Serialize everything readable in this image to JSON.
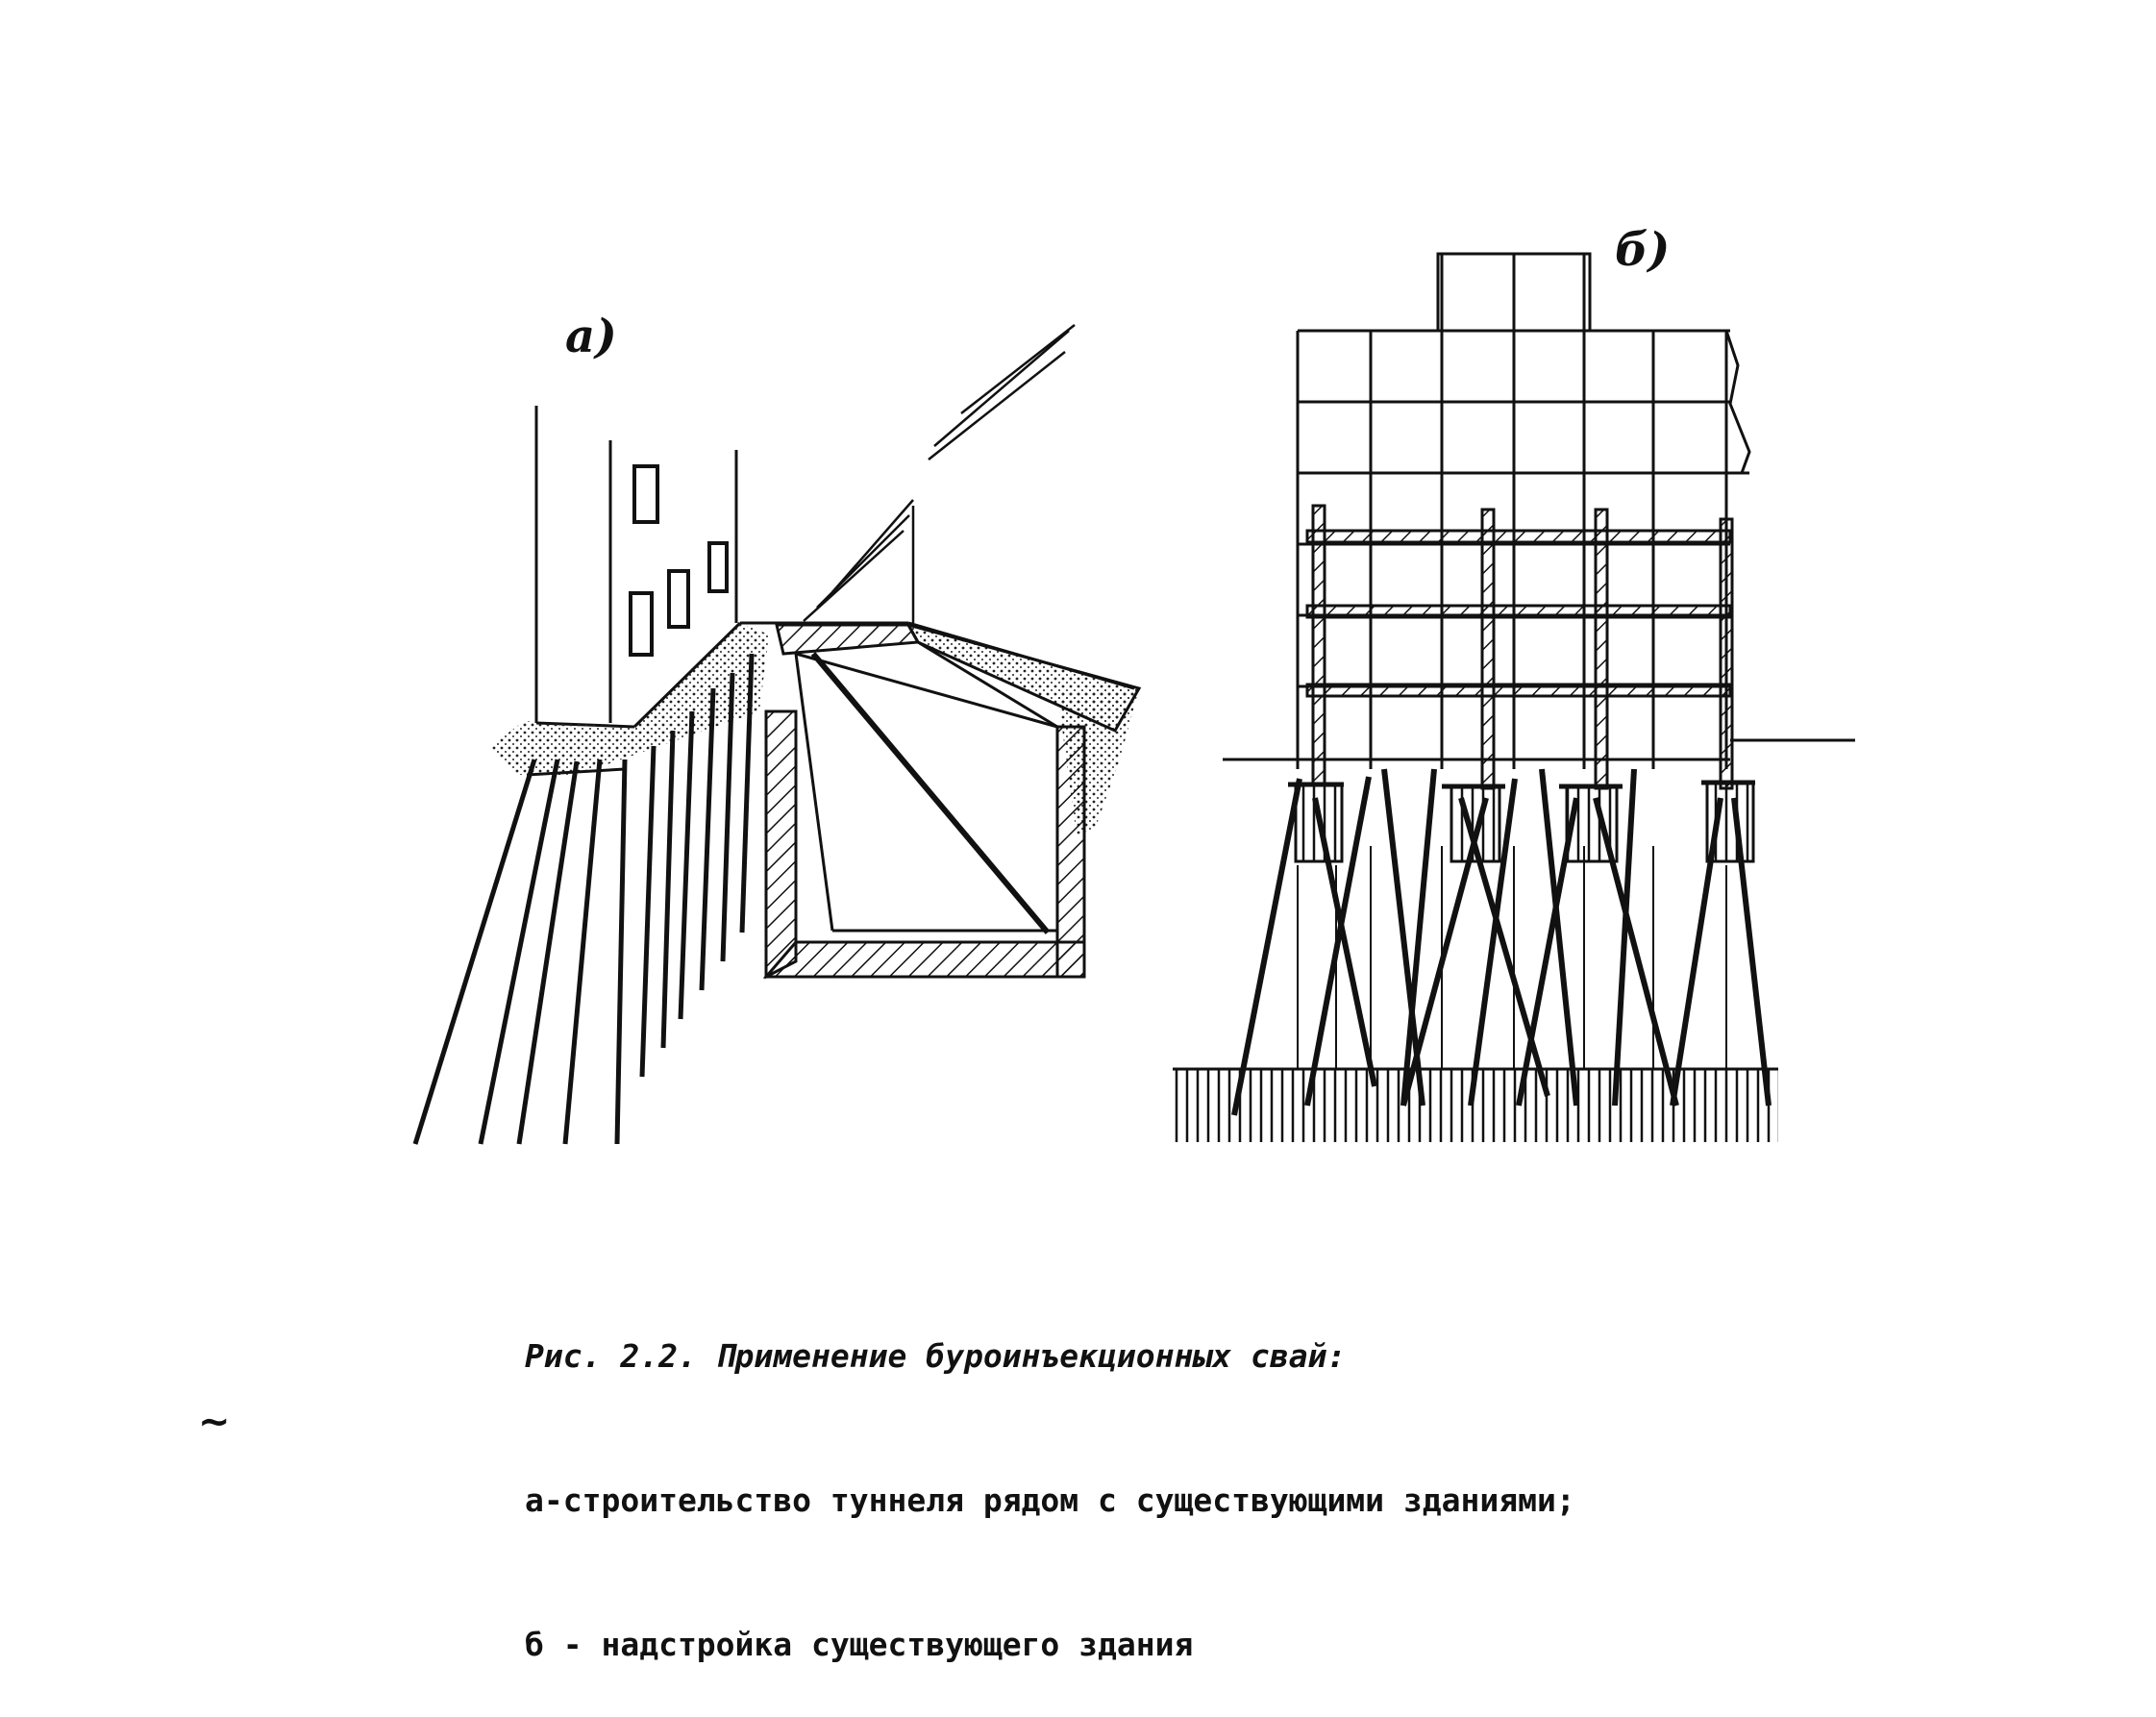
{
  "figure": {
    "panel_a_label": "a)",
    "panel_b_label": "б)"
  },
  "caption": {
    "title": "Рис. 2.2. Применение буроинъекционных свай:",
    "line_a": "а-строительство туннеля рядом с существующими зданиями;",
    "line_b": "б - надстройка существующего здания"
  },
  "page_mark": "~"
}
